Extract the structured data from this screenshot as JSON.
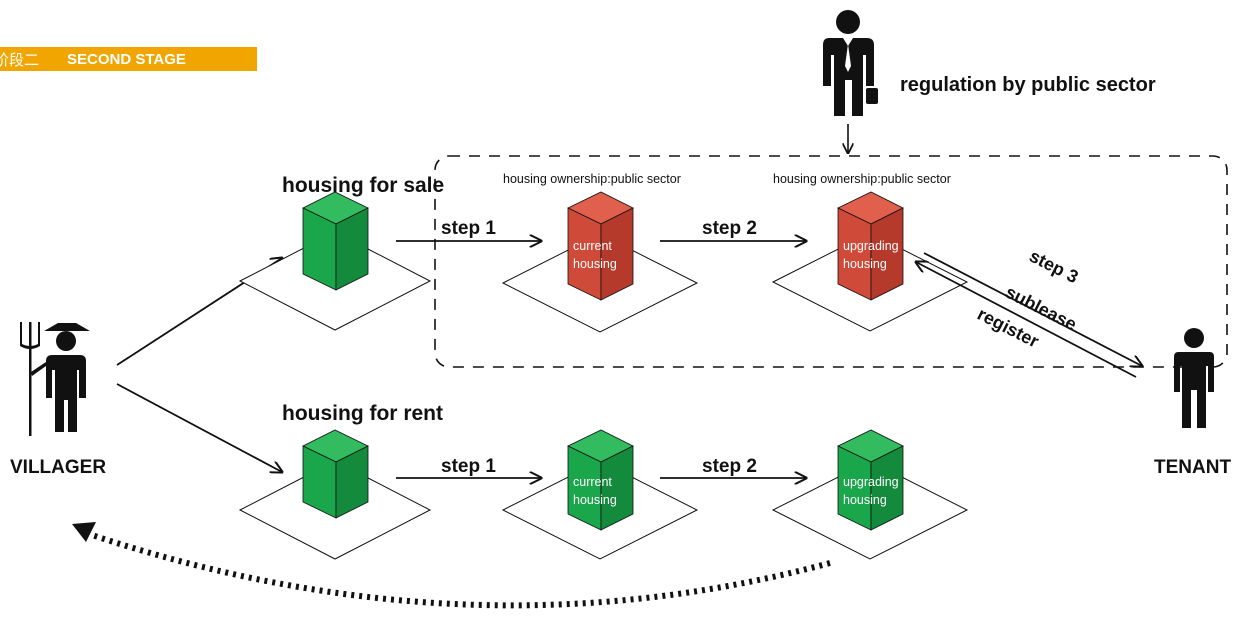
{
  "stage": {
    "chinese": "阶段二",
    "english": "SECOND STAGE"
  },
  "actors": {
    "villager": "VILLAGER",
    "tenant": "TENANT",
    "regulation": "regulation by public sector"
  },
  "sale_row": {
    "label": "housing for sale",
    "ownership_1": "housing ownership:public sector",
    "ownership_2": "housing ownership:public sector",
    "step1": "step 1",
    "step2": "step 2",
    "current_line1": "current",
    "current_line2": "housing",
    "upgrading_line1": "upgrading",
    "upgrading_line2": "housing"
  },
  "rent_row": {
    "label": "housing for rent",
    "step1": "step 1",
    "step2": "step 2",
    "current_line1": "current",
    "current_line2": "housing",
    "upgrading_line1": "upgrading",
    "upgrading_line2": "housing"
  },
  "tenant_link": {
    "step3": "step 3",
    "sublease": "sublease",
    "register": "register"
  },
  "colors": {
    "stage_badge": "#f0a500",
    "green_front": "#1aa64b",
    "green_side": "#138a3c",
    "green_top": "#33bb5f",
    "red_front": "#d04a3a",
    "red_side": "#b53a2c",
    "red_top": "#e05f4d",
    "ink": "#111111"
  }
}
